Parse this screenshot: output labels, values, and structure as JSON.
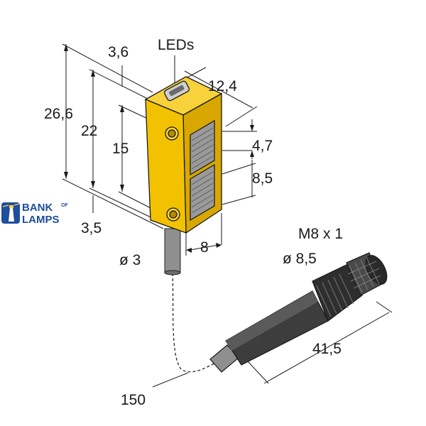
{
  "labels": {
    "leds": "LEDs",
    "dim_3_6": "3,6",
    "dim_26_6": "26,6",
    "dim_22": "22",
    "dim_15": "15",
    "dim_3_5": "3,5",
    "dim_12_4": "12,4",
    "dim_4_7": "4,7",
    "dim_8_5": "8,5",
    "dim_8": "8",
    "dim_dia3": "ø 3",
    "dim_m8": "M8 x 1",
    "dim_dia8_5": "ø 8,5",
    "dim_41_5": "41,5",
    "dim_150": "150"
  },
  "watermark": {
    "line1": "BANK",
    "of": "OF",
    "line2": "LAMPS",
    "icon": "lighthouse-icon"
  },
  "colors": {
    "sensor_body": "#f2c200",
    "sensor_dark": "#c99a00",
    "lens_grey": "#8a8a8a",
    "connector": "#3a3a3a",
    "logo_blue": "#1f4e9c"
  }
}
